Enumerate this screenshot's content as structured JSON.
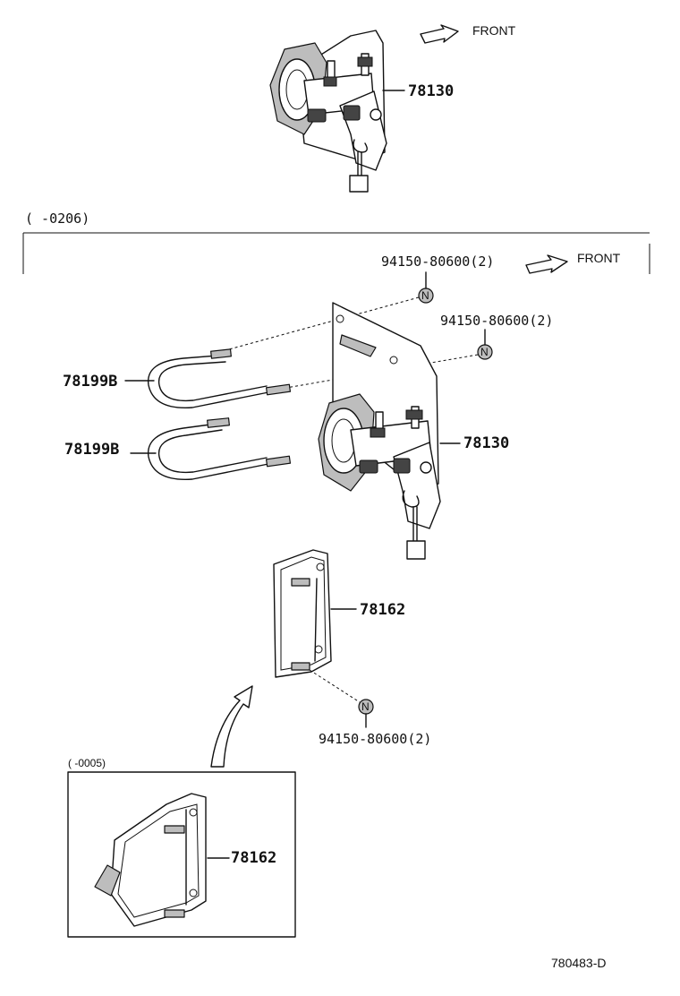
{
  "diagram_id": "780483-D",
  "front_label": "FRONT",
  "top_section": {
    "part_78130": "78130"
  },
  "main_section": {
    "range_label": "(    -0206)",
    "nut_top_1": "94150-80600(2)",
    "nut_top_2": "94150-80600(2)",
    "nut_bottom": "94150-80600(2)",
    "nut_symbol": "N",
    "u_bolt_1": "78199B",
    "u_bolt_2": "78199B",
    "part_78130": "78130",
    "part_78162": "78162"
  },
  "inset_section": {
    "range_label": "(    -0005)",
    "part_78162": "78162"
  }
}
